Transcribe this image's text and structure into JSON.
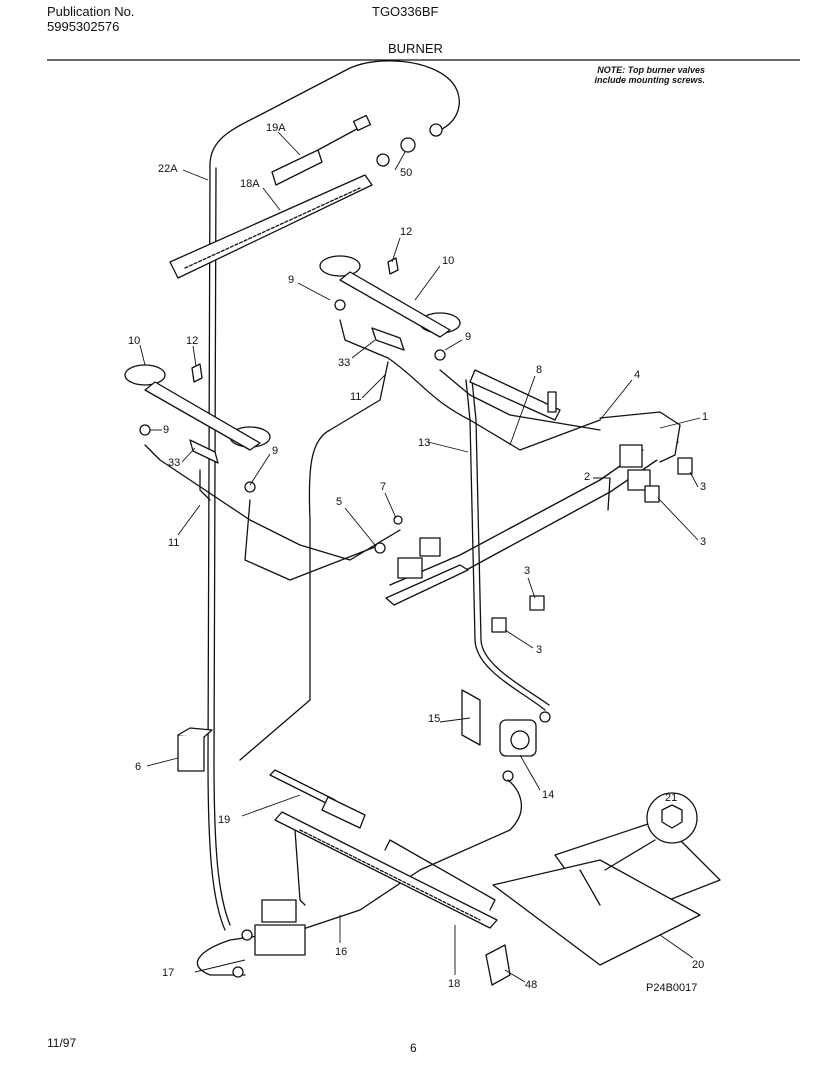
{
  "header": {
    "publication_label": "Publication No.",
    "publication_number": "5995302576",
    "model": "TGO336BF",
    "section": "BURNER",
    "note_line1": "NOTE: Top burner valves",
    "note_line2": "include mounting screws."
  },
  "footer": {
    "date": "11/97",
    "page": "6",
    "drawing_code": "P24B0017"
  },
  "callouts": {
    "c19A": "19A",
    "c22A": "22A",
    "c18A": "18A",
    "c50": "50",
    "c12a": "12",
    "c10a": "10",
    "c9a": "9",
    "c9b": "9",
    "c33a": "33",
    "c11a": "11",
    "c8": "8",
    "c4": "4",
    "c1": "1",
    "c10b": "10",
    "c12b": "12",
    "c9c": "9",
    "c9d": "9",
    "c33b": "33",
    "c13": "13",
    "c2": "2",
    "c3a": "3",
    "c3b": "3",
    "c11b": "11",
    "c5": "5",
    "c7": "7",
    "c3c": "3",
    "c3d": "3",
    "c15": "15",
    "c6": "6",
    "c14": "14",
    "c21": "21",
    "c19": "19",
    "c16": "16",
    "c17": "17",
    "c18": "18",
    "c48": "48",
    "c20": "20"
  }
}
